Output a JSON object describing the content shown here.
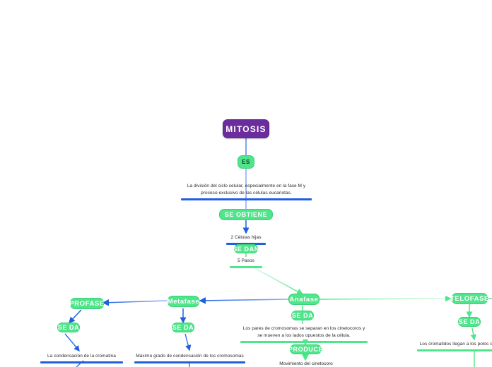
{
  "diagram": {
    "title": "MITOSIS",
    "colors": {
      "root_fill": "#6b2d9e",
      "node_fill": "#4fe58b",
      "edge_blue": "#1f5fe0",
      "edge_green": "#4fe58b",
      "text_dark": "#2a2a2a"
    }
  },
  "nodes": {
    "root": {
      "label": "MITOSIS"
    },
    "es": {
      "label": "ES"
    },
    "se_obtiene": {
      "label": "SE OBTIENE"
    },
    "se_dan": {
      "label": "SE DAN"
    },
    "profase": {
      "label": "PROFASE"
    },
    "profase_se_da": {
      "label": "SE DA"
    },
    "metafase": {
      "label": "Metafase"
    },
    "metafase_se_da": {
      "label": "SE DA"
    },
    "anafase": {
      "label": "Anafase"
    },
    "anafase_se_da": {
      "label": "SE DA"
    },
    "anafase_produce": {
      "label": "PRODUCE"
    },
    "telofase": {
      "label": "TELOFASE"
    },
    "telofase_se_da": {
      "label": "SE DA"
    }
  },
  "texts": {
    "definicion": "La división del ciclo celular, especialmente en la fase M y proceso exclusivo de las células eucariotas.",
    "celulas_hijas": "2 Células hijas",
    "pasos": "5 Pasos",
    "profase_desc": "La condensación de la cromatina",
    "metafase_desc": "Máximo grado de condensación de los cromosomas",
    "anafase_desc": "Los pares de cromosomas se separan en los cinetocoros y se mueven a los lados opuestos de la célula.",
    "anafase_produce_desc": "Movimiento del cinetocoro",
    "telofase_desc": "Los cromatidos llegan a los polos op."
  }
}
